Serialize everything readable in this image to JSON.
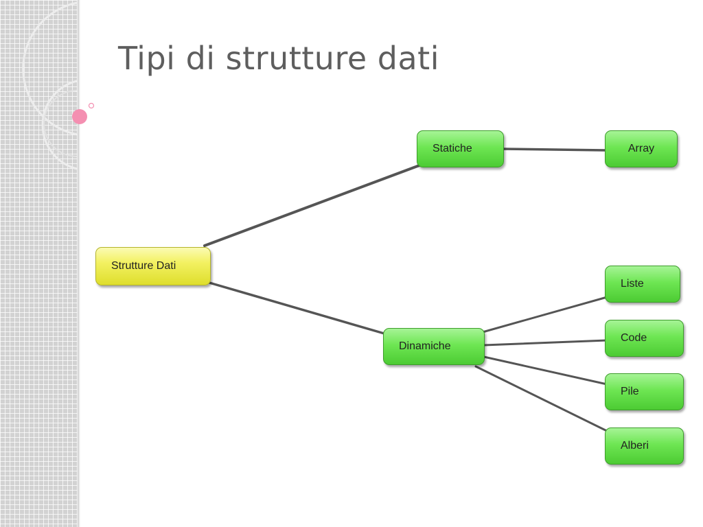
{
  "title": "Tipi di strutture dati",
  "diagram": {
    "root": "Strutture Dati",
    "branches": [
      {
        "label": "Statiche",
        "children": [
          "Array"
        ]
      },
      {
        "label": "Dinamiche",
        "children": [
          "Liste",
          "Code",
          "Pile",
          "Alberi"
        ]
      }
    ]
  },
  "colors": {
    "root_node": "#f3f162",
    "leaf_nodes": "#6ee653",
    "title_text": "#5e5e5e",
    "accent_dot": "#f48fb1"
  }
}
